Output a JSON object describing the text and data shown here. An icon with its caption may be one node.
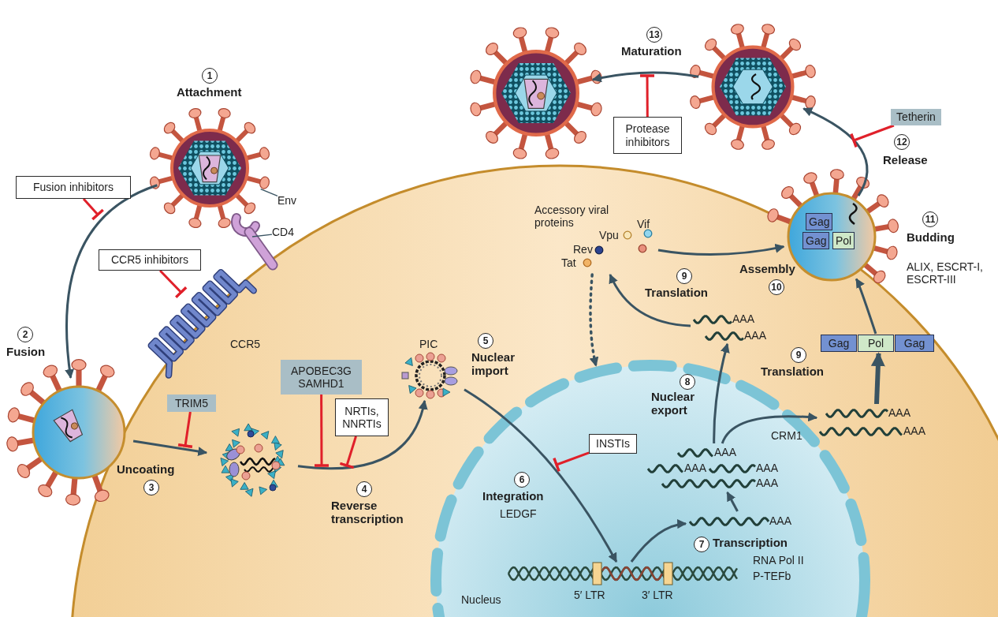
{
  "diagram": {
    "nodes": [
      {
        "text": [],
        "shape": "picture"
      },
      {
        "text": [
          "Protease inhibitors"
        ]
      },
      {
        "text": [],
        "shape": "picture"
      },
      {
        "text": [
          "Tetherin"
        ]
      },
      {
        "text": [],
        "shape": "picture"
      },
      {
        "text": [
          "Env"
        ]
      },
      {
        "text": [
          "Fusion inhibitors"
        ]
      },
      {
        "text": [
          "CD4"
        ]
      },
      {
        "text": [
          "Gag",
          "Gag",
          "Pol"
        ]
      },
      {
        "text": [
          "CCR5 inhibitors"
        ]
      },
      {
        "text": [
          "Accessory viral proteins",
          "Vpu",
          "Vif",
          "Rev",
          "Tat"
        ]
      },
      {
        "text": [
          "CCR5"
        ]
      },
      {
        "text": [
          "AAA",
          "AAA"
        ]
      },
      {
        "text": [
          "Gag",
          "Pol",
          "Gag"
        ]
      },
      {
        "text": [],
        "shape": "picture",
        "beside": [
          "PIC"
        ]
      },
      {
        "text": [],
        "shape": "picture"
      },
      {
        "text": [
          "APOBEC3G SAMHD1"
        ]
      },
      {
        "text": [
          "Nucleus"
        ]
      },
      {
        "text": [
          "NRTIs, NNRTIs"
        ]
      },
      {
        "text": [
          "TRIM5"
        ]
      },
      {
        "text": [
          "AAA",
          "AAA"
        ]
      },
      {
        "text": [
          "INSTIs"
        ],
        "in": 17
      },
      {
        "text": [
          "AAA",
          "AAA",
          "AAA",
          "AAA"
        ],
        "in": 17
      },
      {
        "text": [],
        "shape": "picture"
      },
      {
        "text": [
          "AAA"
        ],
        "in": 17
      },
      {
        "text": [],
        "shape": "picture",
        "in": 17
      }
    ],
    "edges": [
      {
        "from": 4,
        "to": 15,
        "arrow": "to"
      },
      {
        "from": 6,
        "to": null,
        "arrow": "other",
        "color": "#e0202a"
      },
      {
        "from": 5,
        "to": 4,
        "arrow": "none"
      },
      {
        "from": 7,
        "to": null,
        "arrow": "none"
      },
      {
        "from": 9,
        "to": 11,
        "arrow": "other",
        "color": "#e0202a"
      },
      {
        "from": 15,
        "to": 23,
        "arrow": "to"
      },
      {
        "from": 19,
        "to": null,
        "arrow": "other",
        "color": "#e0202a"
      },
      {
        "from": 23,
        "to": 14,
        "arrow": "to"
      },
      {
        "from": 16,
        "to": null,
        "arrow": "other",
        "color": "#e0202a"
      },
      {
        "from": 18,
        "to": null,
        "arrow": "other",
        "color": "#e0202a"
      },
      {
        "from": 14,
        "to": 25,
        "arrow": "to"
      },
      {
        "from": 21,
        "to": null,
        "arrow": "other",
        "color": "#e0202a"
      },
      {
        "from": 25,
        "to": 24,
        "arrow": "to"
      },
      {
        "from": 24,
        "to": 22,
        "arrow": "to"
      },
      {
        "from": 22,
        "to": 12,
        "arrow": "to"
      },
      {
        "from": 22,
        "to": 20,
        "arrow": "to",
        "label": "CRM1"
      },
      {
        "from": 12,
        "to": 10,
        "arrow": "to"
      },
      {
        "from": 20,
        "to": 13,
        "arrow": "to",
        "style": "thick"
      },
      {
        "from": 13,
        "to": 8,
        "arrow": "to"
      },
      {
        "from": 10,
        "to": 8,
        "arrow": "to"
      },
      {
        "from": 10,
        "to": 17,
        "arrow": "to",
        "style": "dashed"
      },
      {
        "from": 8,
        "to": 2,
        "arrow": "to"
      },
      {
        "from": 3,
        "to": null,
        "arrow": "other",
        "color": "#e0202a"
      },
      {
        "from": 2,
        "to": 0,
        "arrow": "to"
      },
      {
        "from": 1,
        "to": null,
        "arrow": "other",
        "color": "#e0202a"
      }
    ],
    "labels": [
      "13",
      "Maturation",
      "1",
      "Attachment",
      "12",
      "Release",
      "11",
      "Budding",
      "ALIX, ESCRT-I, ESCRT-III",
      "Assembly",
      "9",
      "10",
      "Translation",
      "2",
      "Fusion",
      "5",
      "9",
      "Nuclear import",
      "Translation",
      "8",
      "Nuclear export",
      "Uncoating",
      "6",
      "3",
      "4",
      "Integration",
      "Reverse transcription",
      "LEDGF",
      "7",
      "Transcription",
      "RNA Pol II",
      "P-TEFb",
      "5′ LTR",
      "3′ LTR"
    ]
  }
}
